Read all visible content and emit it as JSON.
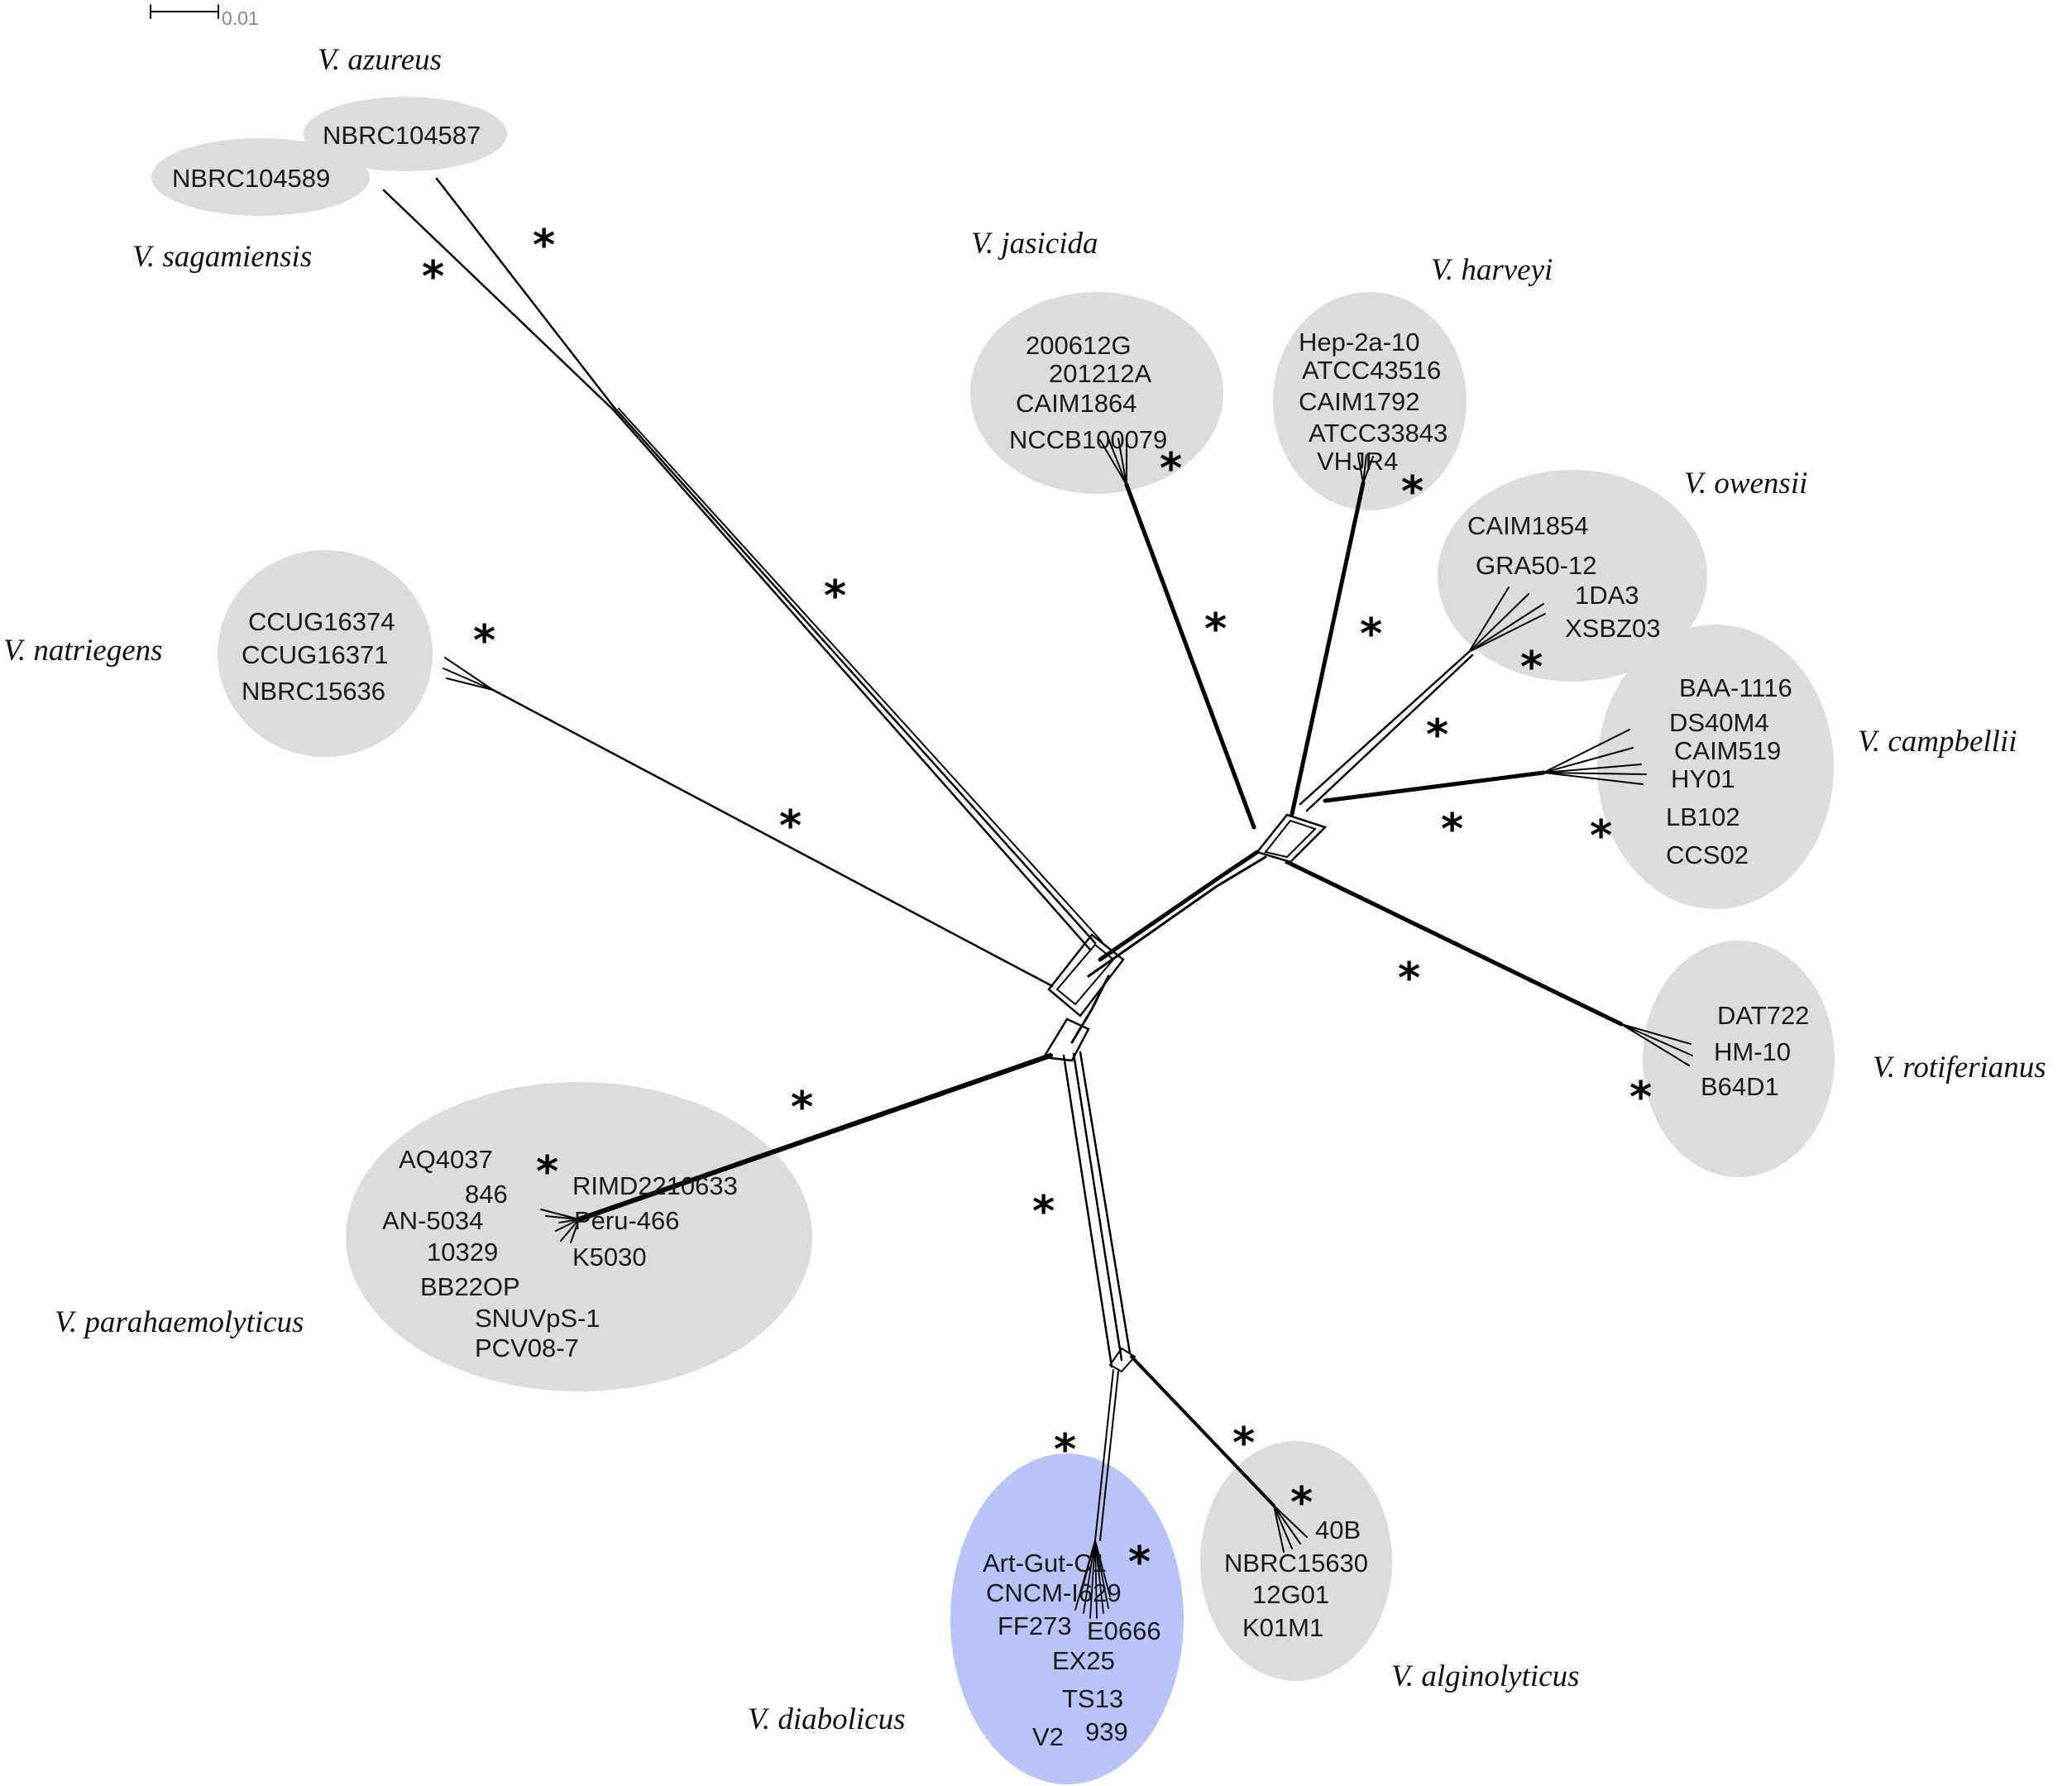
{
  "scale_bar": {
    "label": "0.01"
  },
  "colors": {
    "cluster": "#dcdcdc",
    "highlight": "#b8c3f7",
    "ink": "#000000"
  },
  "clusters": [
    {
      "id": "azureus",
      "species": "V. azureus",
      "strains": [
        "NBRC104587"
      ],
      "highlight": false
    },
    {
      "id": "sagamiensis",
      "species": "V. sagamiensis",
      "strains": [
        "NBRC104589"
      ],
      "highlight": false
    },
    {
      "id": "jasicida",
      "species": "V. jasicida",
      "strains": [
        "200612G",
        "201212A",
        "CAIM1864",
        "NCCB100079"
      ],
      "highlight": false
    },
    {
      "id": "harveyi",
      "species": "V. harveyi",
      "strains": [
        "Hep-2a-10",
        "ATCC43516",
        "CAIM1792",
        "ATCC33843",
        "VHJR4"
      ],
      "highlight": false
    },
    {
      "id": "owensii",
      "species": "V. owensii",
      "strains": [
        "CAIM1854",
        "GRA50-12",
        "1DA3",
        "XSBZ03"
      ],
      "highlight": false
    },
    {
      "id": "campbellii",
      "species": "V. campbellii",
      "strains": [
        "BAA-1116",
        "DS40M4",
        "CAIM519",
        "HY01",
        "LB102",
        "CCS02"
      ],
      "highlight": false
    },
    {
      "id": "natriegens",
      "species": "V. natriegens",
      "strains": [
        "CCUG16374",
        "CCUG16371",
        "NBRC15636"
      ],
      "highlight": false
    },
    {
      "id": "rotiferianus",
      "species": "V. rotiferianus",
      "strains": [
        "DAT722",
        "HM-10",
        "B64D1"
      ],
      "highlight": false
    },
    {
      "id": "parahaemolyticus",
      "species": "V. parahaemolyticus",
      "strains": [
        "AQ4037",
        "846",
        "AN-5034",
        "10329",
        "BB22OP",
        "SNUVpS-1",
        "PCV08-7",
        "RIMD2210633",
        "Peru-466",
        "K5030"
      ],
      "highlight": false
    },
    {
      "id": "diabolicus",
      "species": "V. diabolicus",
      "strains": [
        "Art-Gut-C1",
        "CNCM-I629",
        "FF273",
        "E0666",
        "EX25",
        "TS13",
        "V2",
        "939"
      ],
      "highlight": true
    },
    {
      "id": "alginolyticus",
      "species": "V. alginolyticus",
      "strains": [
        "40B",
        "NBRC15630",
        "12G01",
        "K01M1"
      ],
      "highlight": false
    }
  ],
  "support_marker": "*"
}
